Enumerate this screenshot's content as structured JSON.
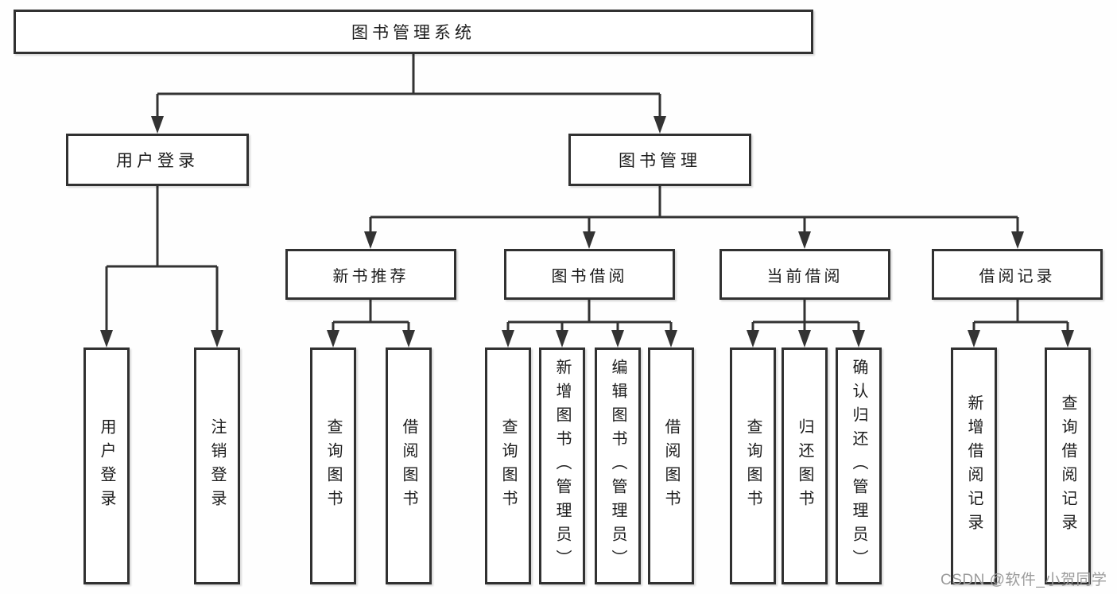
{
  "colors": {
    "line": "#333333",
    "box_border": "#313131",
    "box_fill": "#ffffff",
    "text": "#1c1c1c",
    "watermark": "#9b9b9b",
    "background": "#fefefe"
  },
  "watermark": {
    "text": "CSDN @软件_小贺同学"
  },
  "tree": {
    "root": "图书管理系统",
    "branches": [
      {
        "label": "用户登录",
        "children": [
          "用户登录",
          "注销登录"
        ]
      },
      {
        "label": "图书管理",
        "groups": [
          {
            "label": "新书推荐",
            "children": [
              "查询图书",
              "借阅图书"
            ]
          },
          {
            "label": "图书借阅",
            "children": [
              "查询图书",
              "新增图书（管理员）",
              "编辑图书（管理员）",
              "借阅图书"
            ]
          },
          {
            "label": "当前借阅",
            "children": [
              "查询图书",
              "归还图书",
              "确认归还（管理员）"
            ]
          },
          {
            "label": "借阅记录",
            "children": [
              "新增借阅记录",
              "查询借阅记录"
            ]
          }
        ]
      }
    ]
  }
}
